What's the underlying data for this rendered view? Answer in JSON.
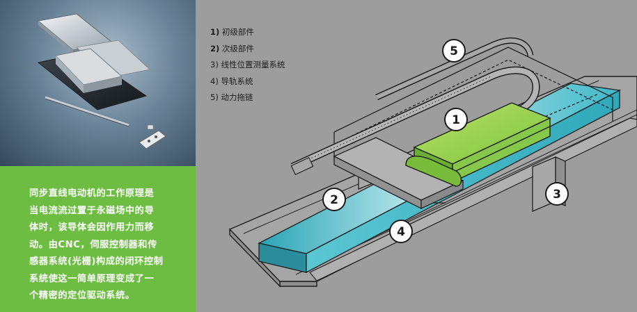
{
  "description": "同步直线电动机的工作原理是当电流流过置于永磁场中的导体时，该导体会因作用力而移动。由CNC，伺服控制器和传感器系统(光栅)构成的闭环控制系统使这一简单原理变成了一个精密的定位驱动系统。",
  "description_lines": [
    "同步直线电动机的工作原理是",
    "当电流流过置于永磁场中的导",
    "体时，该导体会因作用力而移",
    "动。由CNC，伺服控制器和传",
    "感器系统(光栅)构成的闭环控制",
    "系统使这一简单原理变成了一",
    "个精密的定位驱动系统。"
  ],
  "legend": [
    {
      "number": "1)",
      "label": "初级部件"
    },
    {
      "number": "2)",
      "label": "次级部件"
    },
    {
      "number": "3)",
      "label": "线性位置测量系统"
    },
    {
      "number": "4)",
      "label": "导轨系统"
    },
    {
      "number": "5)",
      "label": "动力拖链"
    }
  ],
  "callouts": [
    "1",
    "2",
    "3",
    "4",
    "5"
  ],
  "colors": {
    "background": "#9d9d9d",
    "green_panel": "#6ebd43",
    "primary_part": "#8ccc45",
    "secondary_part": "#3fb7c8",
    "structure": "#a5a5a5"
  }
}
